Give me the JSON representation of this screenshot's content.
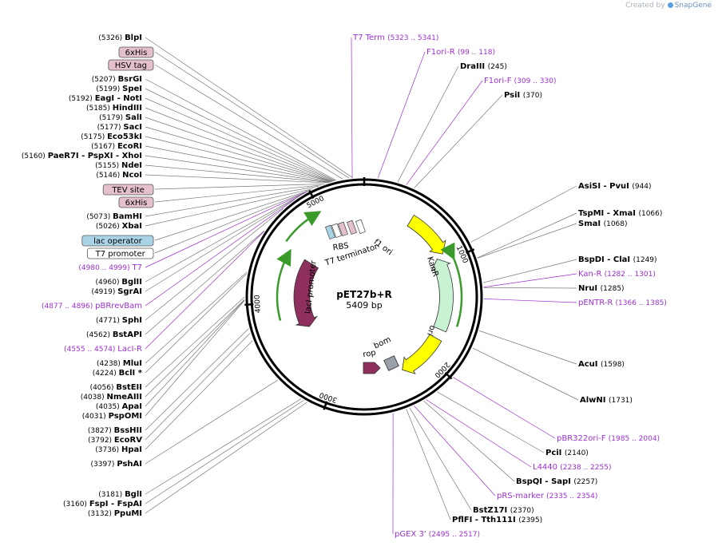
{
  "credit": {
    "prefix": "Created by",
    "brand": "SnapGene"
  },
  "plasmid": {
    "name": "pET27b+R",
    "size": "5409 bp"
  },
  "ticks": [
    "1000",
    "2000",
    "3000",
    "4000",
    "5000"
  ],
  "features": {
    "lacI": "lacI",
    "lacI_promoter": "lacI promoter",
    "KanR": "KanR",
    "f1_ori": "f1 ori",
    "ori": "ori",
    "rop": "rop",
    "bom": "bom",
    "RBS": "RBS",
    "T7_terminator": "T7 terminator"
  },
  "colors": {
    "lacI": "#8e2f5e",
    "KanR": "#c8f3d2",
    "f1_ori": "#ffff00",
    "ori": "#ffff00",
    "rop": "#8e2f5e",
    "bom": "#9aa0a8",
    "primer": "#9b30d0",
    "label": "#000000"
  },
  "labels": {
    "left": [
      {
        "kind": "enzyme",
        "num": "(5326)",
        "name": "BlpI"
      },
      {
        "kind": "box",
        "name": "6xHis",
        "fill": "#e4c0cf"
      },
      {
        "kind": "box",
        "name": "HSV tag",
        "fill": "#e4c0cf"
      },
      {
        "kind": "enzyme",
        "num": "(5207)",
        "name": "BsrGI"
      },
      {
        "kind": "enzyme",
        "num": "(5199)",
        "name": "SpeI"
      },
      {
        "kind": "enzyme",
        "num": "(5192)",
        "name": "EagI   - NotI"
      },
      {
        "kind": "enzyme",
        "num": "(5185)",
        "name": "HindIII"
      },
      {
        "kind": "enzyme",
        "num": "(5179)",
        "name": "SalI"
      },
      {
        "kind": "enzyme",
        "num": "(5177)",
        "name": "SacI"
      },
      {
        "kind": "enzyme",
        "num": "(5175)",
        "name": "Eco53kI"
      },
      {
        "kind": "enzyme",
        "num": "(5167)",
        "name": "EcoRI"
      },
      {
        "kind": "enzyme",
        "num": "(5160)",
        "name": "PaeR7I   - PspXI   - XhoI"
      },
      {
        "kind": "enzyme",
        "num": "(5155)",
        "name": "NdeI"
      },
      {
        "kind": "enzyme",
        "num": "(5146)",
        "name": "NcoI"
      },
      {
        "kind": "box",
        "name": "TEV site",
        "fill": "#e4c0cf"
      },
      {
        "kind": "box",
        "name": "6xHis",
        "fill": "#e4c0cf"
      },
      {
        "kind": "enzyme",
        "num": "(5073)",
        "name": "BamHI"
      },
      {
        "kind": "enzyme",
        "num": "(5026)",
        "name": "XbaI"
      },
      {
        "kind": "box",
        "name": "lac operator",
        "fill": "#a9d4e6"
      },
      {
        "kind": "box",
        "name": "T7 promoter",
        "fill": "#ffffff"
      },
      {
        "kind": "primer",
        "num": "(4980 .. 4999)",
        "name": "T7"
      },
      {
        "kind": "enzyme",
        "num": "(4960)",
        "name": "BglII"
      },
      {
        "kind": "enzyme",
        "num": "(4919)",
        "name": "SgrAI"
      },
      {
        "kind": "primer",
        "num": "(4877 .. 4896)",
        "name": "pBRrevBam"
      },
      {
        "kind": "enzyme",
        "num": "(4771)",
        "name": "SphI"
      },
      {
        "kind": "enzyme",
        "num": "(4562)",
        "name": "BstAPI"
      },
      {
        "kind": "primer",
        "num": "(4555 .. 4574)",
        "name": "LacI-R"
      },
      {
        "kind": "enzyme",
        "num": "(4238)",
        "name": "MluI"
      },
      {
        "kind": "enzyme",
        "num": "(4224)",
        "name": "BclI *"
      },
      {
        "kind": "enzyme",
        "num": "(4056)",
        "name": "BstEII"
      },
      {
        "kind": "enzyme",
        "num": "(4038)",
        "name": "NmeAIII"
      },
      {
        "kind": "enzyme",
        "num": "(4035)",
        "name": "ApaI"
      },
      {
        "kind": "enzyme",
        "num": "(4031)",
        "name": "PspOMI"
      },
      {
        "kind": "enzyme",
        "num": "(3827)",
        "name": "BssHII"
      },
      {
        "kind": "enzyme",
        "num": "(3792)",
        "name": "EcoRV"
      },
      {
        "kind": "enzyme",
        "num": "(3736)",
        "name": "HpaI"
      },
      {
        "kind": "enzyme",
        "num": "(3397)",
        "name": "PshAI"
      },
      {
        "kind": "enzyme",
        "num": "(3181)",
        "name": "BglI"
      },
      {
        "kind": "enzyme",
        "num": "(3160)",
        "name": "FspI   - FspAI"
      },
      {
        "kind": "enzyme",
        "num": "(3132)",
        "name": "PpuMI"
      }
    ],
    "right": [
      {
        "kind": "primer",
        "name": "T7 Term",
        "num": "(5323 .. 5341)"
      },
      {
        "kind": "primer",
        "name": "F1ori-R",
        "num": "(99 .. 118)"
      },
      {
        "kind": "enzyme",
        "name": "DraIII",
        "num": "(245)"
      },
      {
        "kind": "primer",
        "name": "F1ori-F",
        "num": "(309 .. 330)"
      },
      {
        "kind": "enzyme",
        "name": "PsiI",
        "num": "(370)"
      },
      {
        "kind": "enzyme",
        "name": "AsiSI   - PvuI",
        "num": "(944)"
      },
      {
        "kind": "enzyme",
        "name": "TspMI   - XmaI",
        "num": "(1066)"
      },
      {
        "kind": "enzyme",
        "name": "SmaI",
        "num": "(1068)"
      },
      {
        "kind": "enzyme",
        "name": "BspDI   - ClaI",
        "num": "(1249)"
      },
      {
        "kind": "primer",
        "name": "Kan-R",
        "num": "(1282 .. 1301)"
      },
      {
        "kind": "enzyme",
        "name": "NruI",
        "num": "(1285)"
      },
      {
        "kind": "primer",
        "name": "pENTR-R",
        "num": "(1366 .. 1385)"
      },
      {
        "kind": "enzyme",
        "name": "AcuI",
        "num": "(1598)"
      },
      {
        "kind": "enzyme",
        "name": "AlwNI",
        "num": "(1731)"
      },
      {
        "kind": "primer",
        "name": "pBR322ori-F",
        "num": "(1985 .. 2004)"
      },
      {
        "kind": "enzyme",
        "name": "PciI",
        "num": "(2140)"
      },
      {
        "kind": "primer",
        "name": "L4440",
        "num": "(2238 .. 2255)"
      },
      {
        "kind": "enzyme",
        "name": "BspQI   - SapI",
        "num": "(2257)"
      },
      {
        "kind": "primer",
        "name": "pRS-marker",
        "num": "(2335 .. 2354)"
      },
      {
        "kind": "enzyme",
        "name": "BstZ17I",
        "num": "(2370)"
      },
      {
        "kind": "enzyme",
        "name": "PflFI   - Tth111I",
        "num": "(2395)"
      },
      {
        "kind": "primer",
        "name": "pGEX 3'",
        "num": "(2495 .. 2517)"
      }
    ]
  }
}
